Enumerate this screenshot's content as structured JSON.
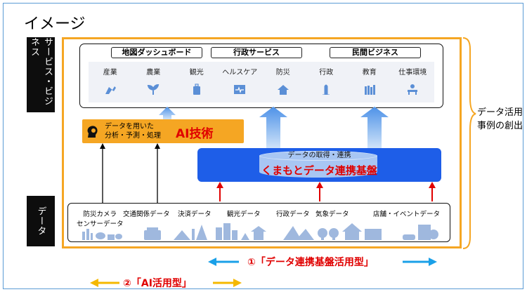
{
  "title": "イメージ",
  "sidebar": {
    "services": "サービス・ビジネス",
    "data": "データ"
  },
  "services": {
    "headers": [
      "地図ダッシュボード",
      "行政サービス",
      "民間ビジネス"
    ],
    "tiles": [
      {
        "label": "産業",
        "icon": "industry-icon"
      },
      {
        "label": "農業",
        "icon": "plant-icon"
      },
      {
        "label": "観光",
        "icon": "suitcase-icon"
      },
      {
        "label": "ヘルスケア",
        "icon": "heartbeat-icon"
      },
      {
        "label": "防災",
        "icon": "house-icon"
      },
      {
        "label": "行政",
        "icon": "tower-icon"
      },
      {
        "label": "教育",
        "icon": "books-icon"
      },
      {
        "label": "仕事環境",
        "icon": "desk-icon"
      }
    ]
  },
  "ai": {
    "description_line1": "データを用いた",
    "description_line2": "分析・予測・処理",
    "title": "AI技術"
  },
  "platform": {
    "subtitle": "データの取得・連携",
    "title": "くまもとデータ連携基盤"
  },
  "data_sources": {
    "labels": [
      {
        "line1": "防災カメラ",
        "line2": "センサーデータ"
      },
      {
        "line1": "交通関係データ",
        "line2": ""
      },
      {
        "line1": "決済データ",
        "line2": ""
      },
      {
        "line1": "観光データ",
        "line2": ""
      },
      {
        "line1": "行政データ",
        "line2": ""
      },
      {
        "line1": "気象データ",
        "line2": ""
      },
      {
        "line1": "店舗・イベントデータ",
        "line2": ""
      }
    ]
  },
  "right_label": {
    "line1": "データ活用",
    "line2": "事例の創出"
  },
  "legend": {
    "type1": "①「データ連携基盤活用型」",
    "type2": "②「AI活用型」"
  },
  "colors": {
    "orange": "#f5a623",
    "blue": "#1e5ee8",
    "red_text": "#e00000",
    "frame_blue": "#5b9bd5",
    "arrow_blue": "#1aa0e8",
    "arrow_orange": "#f5b800"
  }
}
